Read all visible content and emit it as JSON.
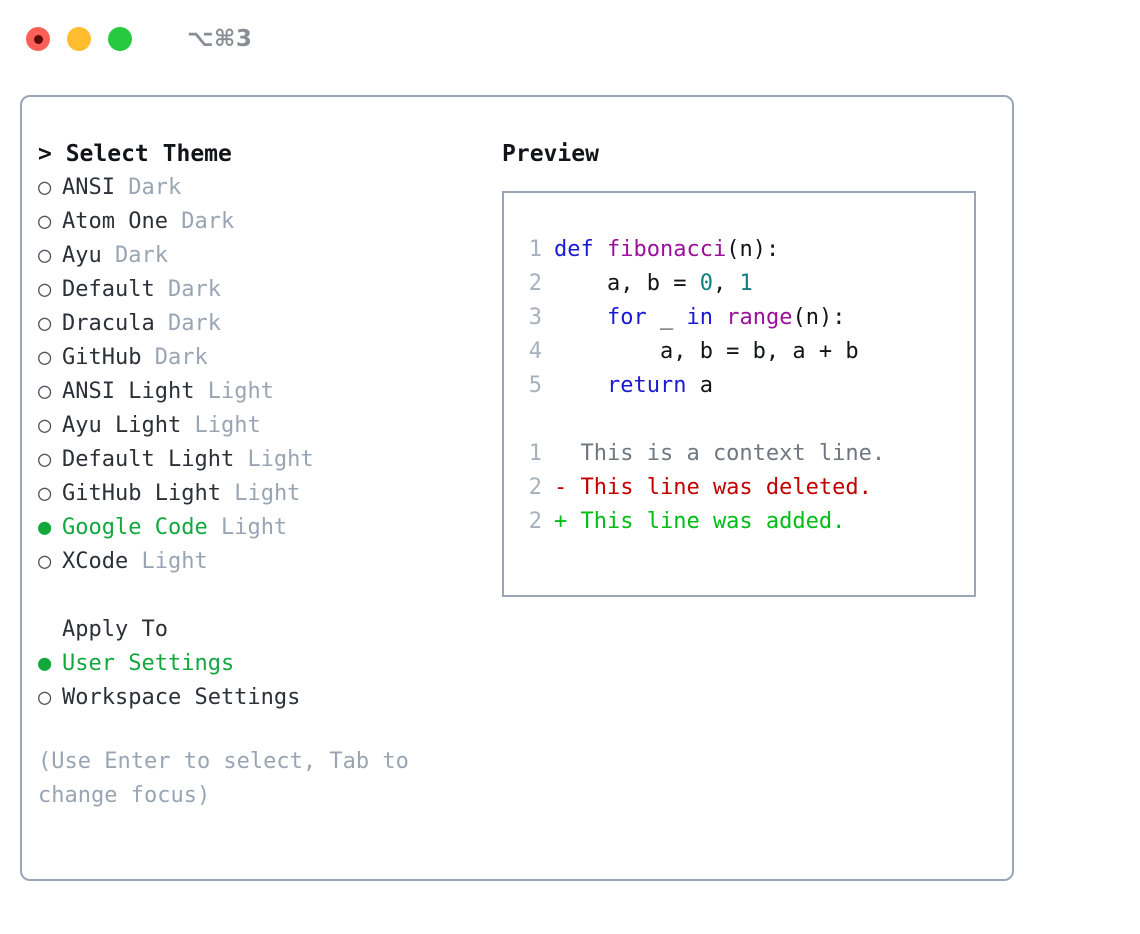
{
  "titlebar": {
    "shortcut": "⌥⌘3",
    "buttons": [
      {
        "name": "close",
        "color": "#fc5f57"
      },
      {
        "name": "minimize",
        "color": "#febc2e"
      },
      {
        "name": "maximize",
        "color": "#26c93f"
      }
    ]
  },
  "theme_picker": {
    "header": "> Select Theme",
    "bullet_selected": "●",
    "bullet_unselected": "○",
    "items": [
      {
        "label": "ANSI",
        "tag": "Dark",
        "selected": false
      },
      {
        "label": "Atom One",
        "tag": "Dark",
        "selected": false
      },
      {
        "label": "Ayu",
        "tag": "Dark",
        "selected": false
      },
      {
        "label": "Default",
        "tag": "Dark",
        "selected": false
      },
      {
        "label": "Dracula",
        "tag": "Dark",
        "selected": false
      },
      {
        "label": "GitHub",
        "tag": "Dark",
        "selected": false
      },
      {
        "label": "ANSI Light",
        "tag": "Light",
        "selected": false
      },
      {
        "label": "Ayu Light",
        "tag": "Light",
        "selected": false
      },
      {
        "label": "Default Light",
        "tag": "Light",
        "selected": false
      },
      {
        "label": "GitHub Light",
        "tag": "Light",
        "selected": false
      },
      {
        "label": "Google Code",
        "tag": "Light",
        "selected": true
      },
      {
        "label": "XCode",
        "tag": "Light",
        "selected": false
      }
    ]
  },
  "apply_to": {
    "header": "Apply To",
    "items": [
      {
        "label": "User Settings",
        "selected": true
      },
      {
        "label": "Workspace Settings",
        "selected": false
      }
    ]
  },
  "hint": "(Use Enter to select, Tab to\nchange focus)",
  "preview": {
    "header": "Preview",
    "code_lines": [
      {
        "no": "1",
        "segments": [
          {
            "t": "def ",
            "c": "k-def"
          },
          {
            "t": "fibonacci",
            "c": "k-fn"
          },
          {
            "t": "(n):",
            "c": "k-plain"
          }
        ]
      },
      {
        "no": "2",
        "segments": [
          {
            "t": "    a, b = ",
            "c": "k-plain"
          },
          {
            "t": "0",
            "c": "k-num"
          },
          {
            "t": ", ",
            "c": "k-plain"
          },
          {
            "t": "1",
            "c": "k-num"
          }
        ]
      },
      {
        "no": "3",
        "segments": [
          {
            "t": "    ",
            "c": "k-plain"
          },
          {
            "t": "for",
            "c": "k-def"
          },
          {
            "t": " _ ",
            "c": "k-plain"
          },
          {
            "t": "in",
            "c": "k-def"
          },
          {
            "t": " ",
            "c": "k-plain"
          },
          {
            "t": "range",
            "c": "k-fn"
          },
          {
            "t": "(n):",
            "c": "k-plain"
          }
        ]
      },
      {
        "no": "4",
        "segments": [
          {
            "t": "        a, b = b, a + b",
            "c": "k-plain"
          }
        ]
      },
      {
        "no": "5",
        "segments": [
          {
            "t": "    ",
            "c": "k-plain"
          },
          {
            "t": "return",
            "c": "k-def"
          },
          {
            "t": " a",
            "c": "k-plain"
          }
        ]
      }
    ],
    "diff_lines": [
      {
        "no": "1",
        "marker": " ",
        "text": "  This is a context line.",
        "c": "d-ctx"
      },
      {
        "no": "2",
        "marker": "-",
        "text": "- This line was deleted.",
        "c": "d-del"
      },
      {
        "no": "2",
        "marker": "+",
        "text": "+ This line was added.",
        "c": "d-add"
      }
    ]
  },
  "colors": {
    "accent_green": "#12a83e",
    "border": "#9ba6b5",
    "muted": "#9aa5b4",
    "text": "#2c3138",
    "keyword_blue": "#1a1ad2",
    "function_purple": "#9b0f9b",
    "number_teal": "#0f7f7f",
    "diff_deleted": "#c20000",
    "diff_added": "#00bd16"
  }
}
